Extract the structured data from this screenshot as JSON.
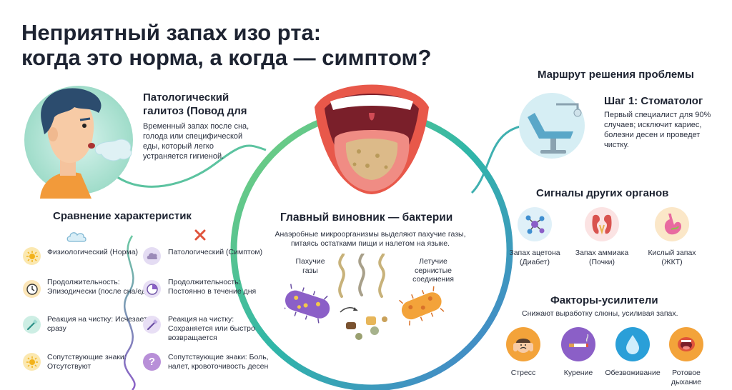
{
  "title": {
    "line1": "Неприятный запах изо рта:",
    "line2": "когда это норма, а когда — симптом?"
  },
  "left": {
    "heading_line1": "Патологический",
    "heading_line2": "галитоз (Повод для",
    "description": "Временный запах после сна, голода или специфической еды, который легко устраняется гигиеной."
  },
  "comparison": {
    "title": "Сравнение характеристик",
    "normal": [
      {
        "icon": "sun-icon",
        "text": "Физиологический (Норма)"
      },
      {
        "icon": "clock-icon",
        "text": "Продолжительность: Эпизодически (после сна/еды)"
      },
      {
        "icon": "toothbrush-icon",
        "text": "Реакция на чистку: Исчезает сразу"
      },
      {
        "icon": "sun-icon",
        "text": "Сопутствующие знаки: Отсутствуют"
      }
    ],
    "pathology": [
      {
        "icon": "cloud-question-icon",
        "text": "Патологический (Симптом)"
      },
      {
        "icon": "pie-clock-icon",
        "text": "Продолжительность: Постоянно в течение дня"
      },
      {
        "icon": "toothbrush-icon",
        "text": "Реакция на чистку: Сохраняется или быстро возвращается"
      },
      {
        "icon": "question-icon",
        "text": "Сопутствующие знаки: Боль, налет, кровоточивость десен"
      }
    ]
  },
  "center": {
    "title": "Главный виновник — бактерии",
    "description": "Анаэробные микроорганизмы выделяют пахучие газы, питаясь остатками пищи и налетом на языке.",
    "label_gases_1": "Пахучие",
    "label_gases_2": "газы",
    "label_sulfur_1": "Летучие",
    "label_sulfur_2": "сернистые",
    "label_sulfur_3": "соединения"
  },
  "right": {
    "route_title": "Маршрут решения проблемы",
    "step_title": "Шаг 1: Стоматолог",
    "step_text": "Первый специалист для 90% случаев; исключит кариес, болезни десен и проведет чистку.",
    "organs_title": "Сигналы других органов",
    "organs": [
      {
        "icon": "molecule-icon",
        "line1": "Запах ацетона",
        "line2": "(Диабет)"
      },
      {
        "icon": "kidney-icon",
        "line1": "Запах аммиака",
        "line2": "(Почки)"
      },
      {
        "icon": "stomach-icon",
        "line1": "Кислый запах",
        "line2": "(ЖКТ)"
      }
    ],
    "factors_title": "Факторы-усилители",
    "factors_subtitle": "Снижают выработку слюны, усиливая запах.",
    "factors": [
      {
        "icon": "stress-icon",
        "line1": "Стресс",
        "line2": ""
      },
      {
        "icon": "cigarette-icon",
        "line1": "Курение",
        "line2": ""
      },
      {
        "icon": "water-drop-icon",
        "line1": "Обезвоживание",
        "line2": ""
      },
      {
        "icon": "open-mouth-icon",
        "line1": "Ротовое",
        "line2": "дыхание"
      }
    ]
  },
  "colors": {
    "teal": "#2bb5a6",
    "green": "#7ccf6a",
    "purple": "#8b5fc7",
    "orange": "#f3a33a",
    "text": "#1d2331"
  }
}
